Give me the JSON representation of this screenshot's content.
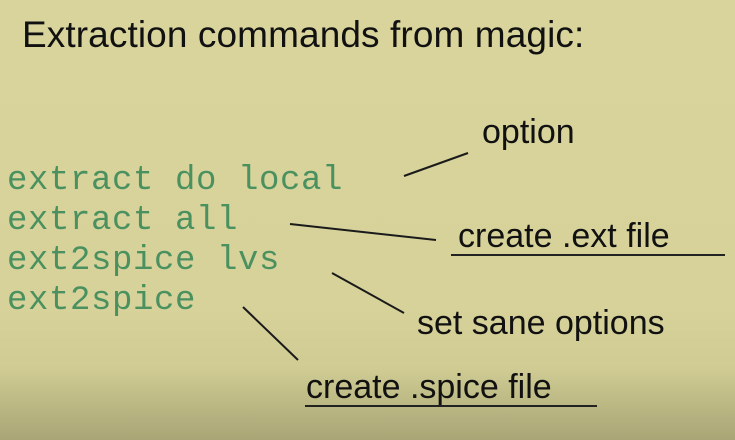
{
  "slide": {
    "title": "Extraction commands from magic:",
    "commands": [
      "extract do local",
      "extract all",
      "ext2spice lvs",
      "ext2spice"
    ],
    "annotations": [
      "option",
      "create .ext file",
      "set sane options",
      "create .spice file"
    ],
    "colors": {
      "background": "#d6d29a",
      "command_text": "#4b9160",
      "annotation_text": "#111111"
    }
  }
}
